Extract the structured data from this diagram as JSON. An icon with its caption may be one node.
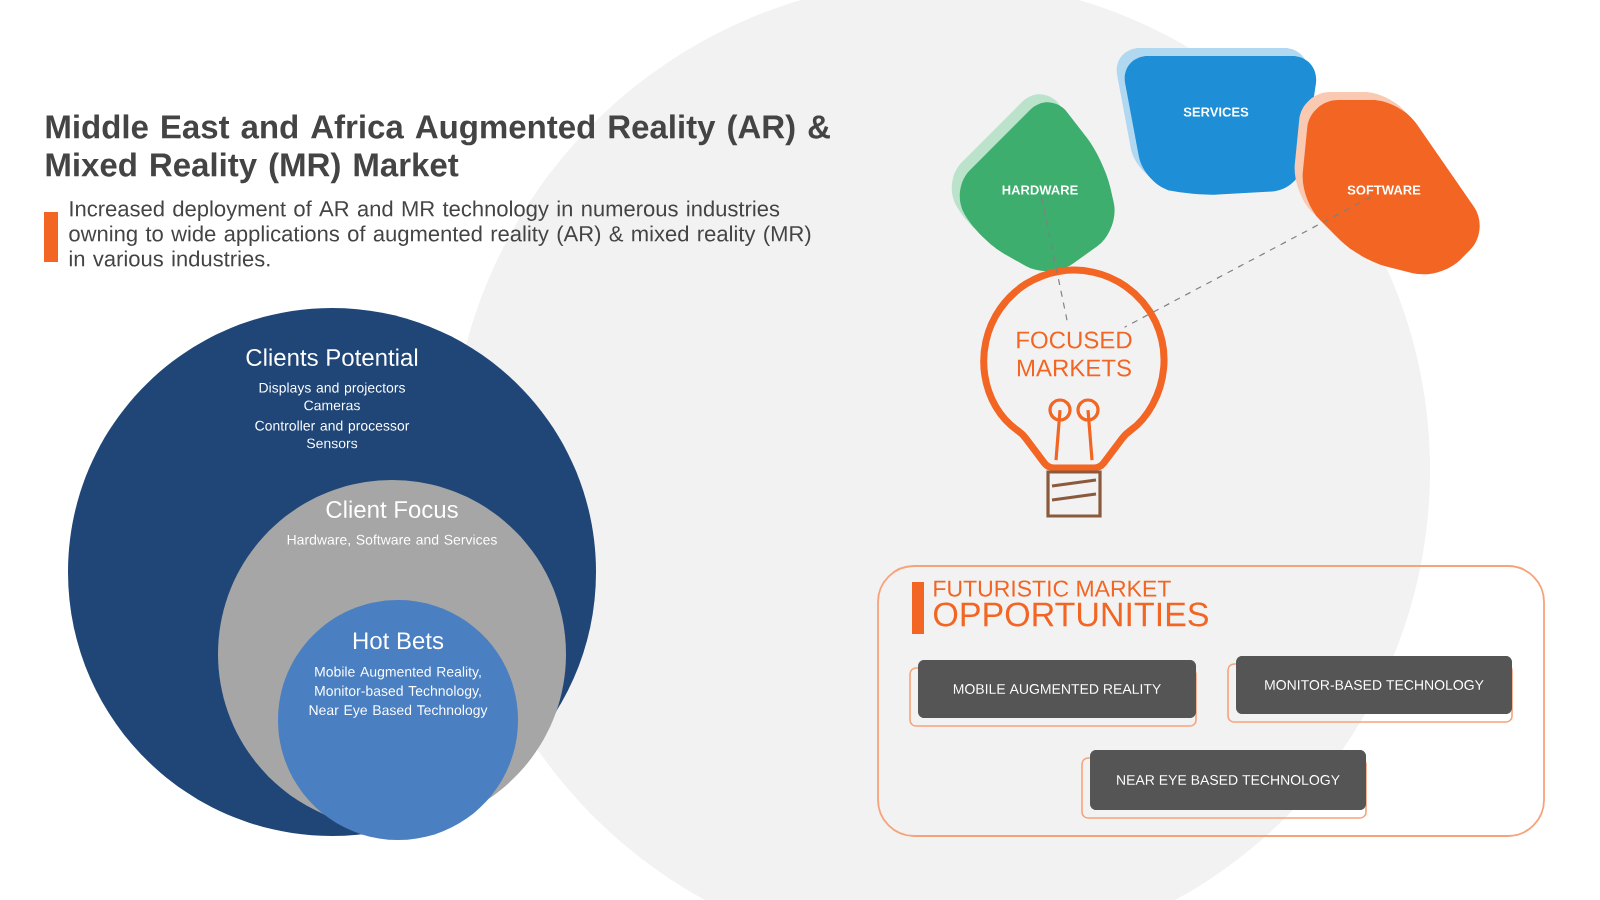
{
  "diagram": {
    "title": "Middle East and Africa Augmented Reality (AR) & Mixed Reality (MR) Market",
    "nodes": [
      {
        "text": [
          "Clients Potential",
          "Displays and projectors",
          "Cameras",
          "Controller and processor",
          "Sensors"
        ]
      },
      {
        "text": [
          "Client Focus",
          "Hardware, Software and Services"
        ],
        "in": 0
      },
      {
        "text": [
          "Hot Bets",
          "Mobile Augmented Reality, Monitor-based Technology, Near Eye Based Technology"
        ],
        "in": 1
      },
      {
        "text": [
          "HARDWARE"
        ]
      },
      {
        "text": [
          "SERVICES"
        ]
      },
      {
        "text": [
          "SOFTWARE"
        ]
      },
      {
        "text": [
          "FOCUSED MARKETS"
        ]
      },
      {
        "text": [
          "FUTURISTIC MARKET",
          "OPPORTUNITIES"
        ]
      },
      {
        "text": [
          "MOBILE AUGMENTED REALITY"
        ],
        "in": 7
      },
      {
        "text": [
          "MONITOR-BASED TECHNOLOGY"
        ],
        "in": 7
      },
      {
        "text": [
          "NEAR EYE BASED TECHNOLOGY"
        ],
        "in": 7
      }
    ],
    "edges": [
      {
        "from": 3,
        "to": 6,
        "arrow": "none",
        "style": "dashed"
      },
      {
        "from": 5,
        "to": 6,
        "arrow": "none",
        "style": "dashed"
      }
    ],
    "labels": [
      "Increased deployment of AR and MR technology in numerous industries owning to wide applications of augmented reality (AR) & mixed reality (MR) in various industries."
    ]
  }
}
